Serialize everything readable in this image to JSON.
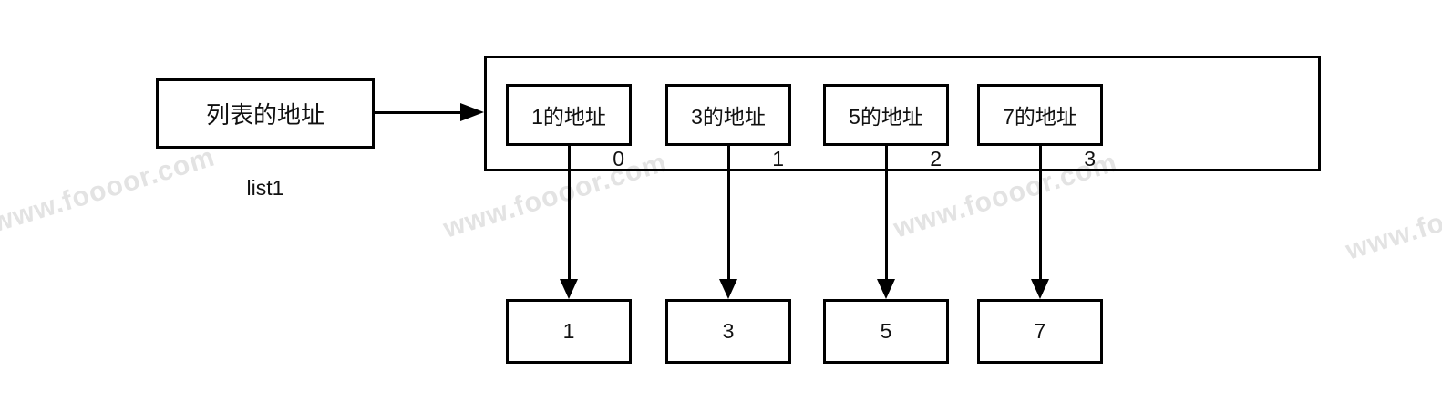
{
  "diagram": {
    "title_semantics": "python-list-memory-structure",
    "pointer_box_label": "列表的地址",
    "variable_label": "list1",
    "watermark_text": "www.foooor.com",
    "elements": [
      {
        "address": "1的地址",
        "index": "0",
        "value": "1"
      },
      {
        "address": "3的地址",
        "index": "1",
        "value": "3"
      },
      {
        "address": "5的地址",
        "index": "2",
        "value": "5"
      },
      {
        "address": "7的地址",
        "index": "3",
        "value": "7"
      }
    ],
    "colors": {
      "line": "#000000",
      "background": "#ffffff",
      "watermark": "#e3e3e3"
    }
  }
}
